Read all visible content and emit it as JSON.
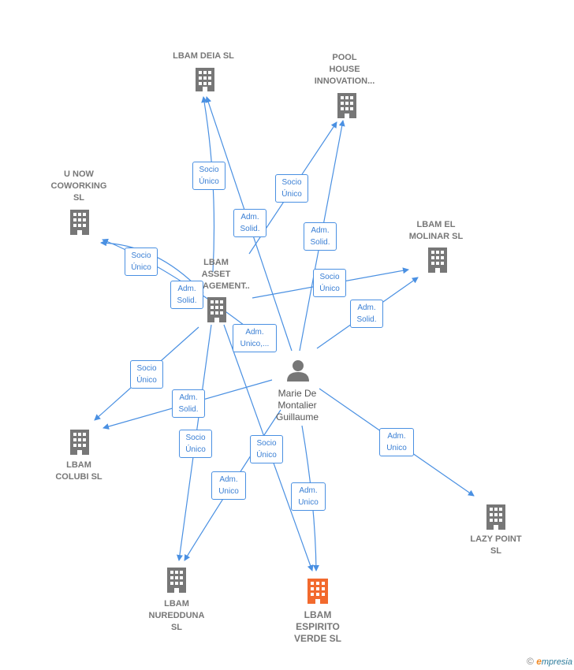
{
  "colors": {
    "edge": "#4a90e2",
    "building": "#777777",
    "focus": "#f26a2e",
    "person": "#777777"
  },
  "nodes": {
    "lbam_deia": "LBAM DEIA  SL",
    "pool_house": "POOL\nHOUSE\nINNOVATION...",
    "u_now": "U NOW\nCOWORKING\nSL",
    "lbam_el_molinar": "LBAM EL\nMOLINAR  SL",
    "lbam_asset": "LBAM\nASSET\nMANAGEMENT...",
    "person": "Marie De\nMontalier\nGuillaume",
    "lbam_colubi": "LBAM\nCOLUBI  SL",
    "lazy_point": "LAZY POINT\nSL",
    "lbam_nuredduna": "LBAM\nNUREDDUNA\nSL",
    "lbam_espirito": "LBAM\nESPIRITO\nVERDE  SL"
  },
  "edge_labels": {
    "e1": "Socio\nÚnico",
    "e2": "Adm.\nSolid.",
    "e3": "Socio\nÚnico",
    "e4": "Adm.\nSolid.",
    "e5": "Socio\nÚnico",
    "e6": "Adm.\nSolid.",
    "e7": "Socio\nÚnico",
    "e8": "Adm.\nSolid.",
    "e9": "Adm.\nUnico,...",
    "e10": "Socio\nÚnico",
    "e11": "Adm.\nSolid.",
    "e12": "Socio\nÚnico",
    "e13": "Socio\nÚnico",
    "e14": "Adm.\nUnico",
    "e15": "Adm.\nUnico",
    "e16": "Adm.\nUnico"
  },
  "footer": {
    "copyright": "©",
    "brand_e": "e",
    "brand": "mpresia"
  }
}
